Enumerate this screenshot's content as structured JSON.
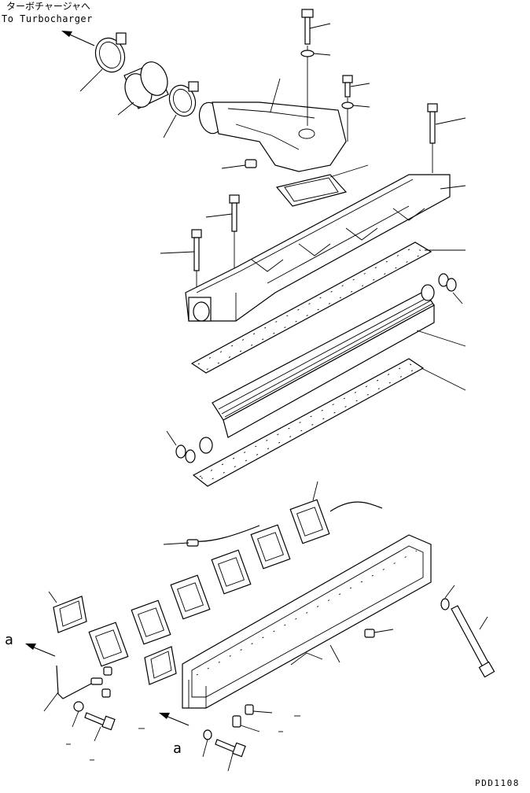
{
  "labels": {
    "turbo_jp": "ターボチャージャへ",
    "turbo_en": "To Turbocharger",
    "arrow_a_top": "a",
    "arrow_a_bottom": "a",
    "drawing_code": "PDD1108"
  },
  "stroke_color": "#000000",
  "background_color": "#ffffff"
}
